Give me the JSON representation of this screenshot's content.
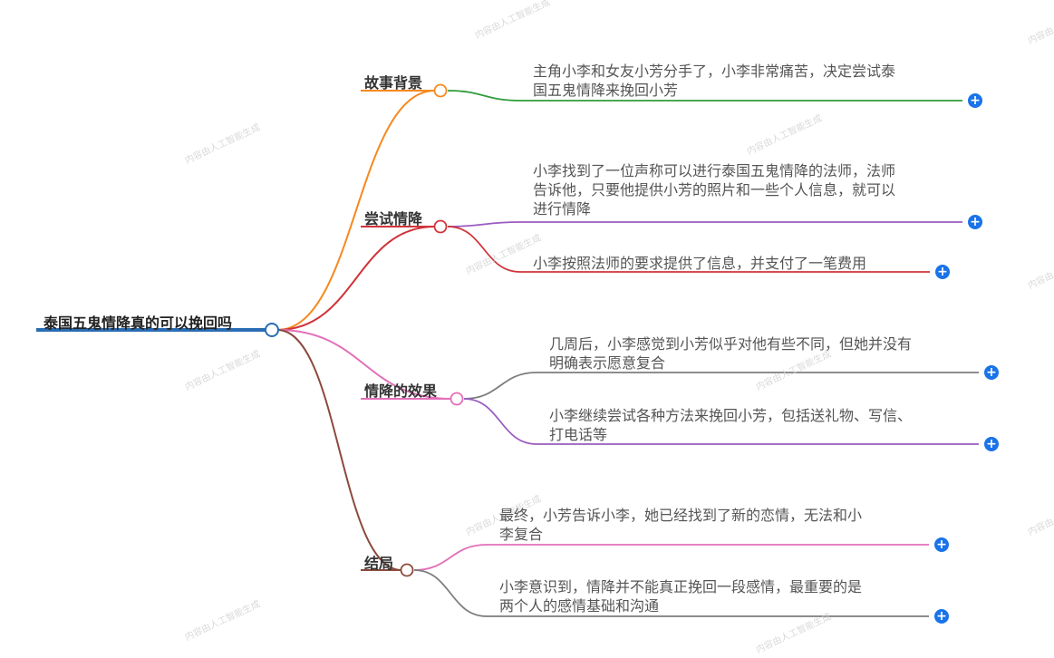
{
  "root": {
    "label": "泰国五鬼情降真的可以挽回吗"
  },
  "branches": [
    {
      "label": "故事背景",
      "color": "#f5891f",
      "leaves": [
        {
          "lines": [
            "主角小李和女友小芳分手了，小李非常痛苦，决定尝试泰",
            "国五鬼情降来挽回小芳"
          ],
          "color": "#2e9c3a"
        }
      ]
    },
    {
      "label": "尝试情降",
      "color": "#d0343a",
      "leaves": [
        {
          "lines": [
            "小李找到了一位声称可以进行泰国五鬼情降的法师，法师",
            "告诉他，只要他提供小芳的照片和一些个人信息，就可以",
            "进行情降"
          ],
          "color": "#9a5bbf"
        },
        {
          "lines": [
            "小李按照法师的要求提供了信息，并支付了一笔费用"
          ],
          "color": "#d0343a"
        }
      ]
    },
    {
      "label": "情降的效果",
      "color": "#e36fb8",
      "leaves": [
        {
          "lines": [
            "几周后，小李感觉到小芳似乎对他有些不同，但她并没有",
            "明确表示愿意复合"
          ],
          "color": "#7d7d7d"
        },
        {
          "lines": [
            "小李继续尝试各种方法来挽回小芳，包括送礼物、写信、",
            "打电话等"
          ],
          "color": "#9a5bbf"
        }
      ]
    },
    {
      "label": "结局",
      "color": "#8b4a3c",
      "leaves": [
        {
          "lines": [
            "最终，小芳告诉小李，她已经找到了新的恋情，无法和小",
            "李复合"
          ],
          "color": "#e36fb8"
        },
        {
          "lines": [
            "小李意识到，情降并不能真正挽回一段感情，最重要的是",
            "两个人的感情基础和沟通"
          ],
          "color": "#7d7d7d"
        }
      ]
    }
  ],
  "expand_label": "+",
  "watermark": "内容由人工智能生成",
  "colors": {
    "root_line": "#2a6cb3",
    "expand_button": "#1a73e8"
  }
}
